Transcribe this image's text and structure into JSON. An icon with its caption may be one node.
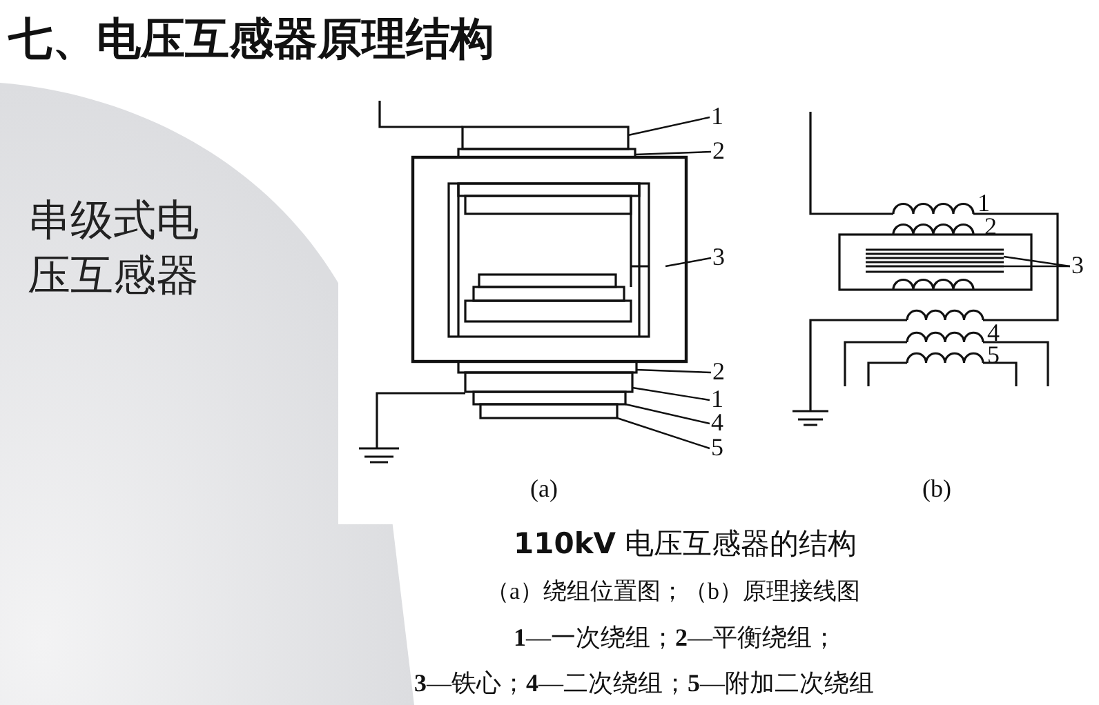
{
  "diagram": {
    "title": "七、电压互感器原理结构",
    "caption": "**110kV** 电压互感器的结构",
    "nodes": [
      {
        "text": [
          "1"
        ]
      },
      {
        "text": [
          "2"
        ]
      },
      {
        "text": [
          "3"
        ]
      },
      {
        "text": [
          "2"
        ]
      },
      {
        "text": [
          "1"
        ]
      },
      {
        "text": [
          "4"
        ]
      },
      {
        "text": [
          "5"
        ]
      },
      {
        "text": [
          "3"
        ]
      }
    ],
    "edges": [
      {
        "from": 0,
        "to": null,
        "arrow": "none"
      },
      {
        "from": 1,
        "to": null,
        "arrow": "none"
      },
      {
        "from": 2,
        "to": null,
        "arrow": "none"
      },
      {
        "from": 3,
        "to": null,
        "arrow": "none"
      },
      {
        "from": 4,
        "to": null,
        "arrow": "none"
      },
      {
        "from": 5,
        "to": null,
        "arrow": "none"
      },
      {
        "from": 6,
        "to": null,
        "arrow": "none"
      },
      {
        "from": 7,
        "to": null,
        "arrow": "none"
      },
      {
        "from": 7,
        "to": null,
        "arrow": "none"
      }
    ],
    "labels": [
      "串级式电压互感器",
      "(a)",
      "1",
      "2",
      "4",
      "5",
      "(b)",
      "（a）绕组位置图；（b）原理接线图",
      "**1**—一次绕组；**2**—平衡绕组；",
      "**3**—铁心；**4**—二次绕组；**5**—附加二次绕组"
    ]
  }
}
